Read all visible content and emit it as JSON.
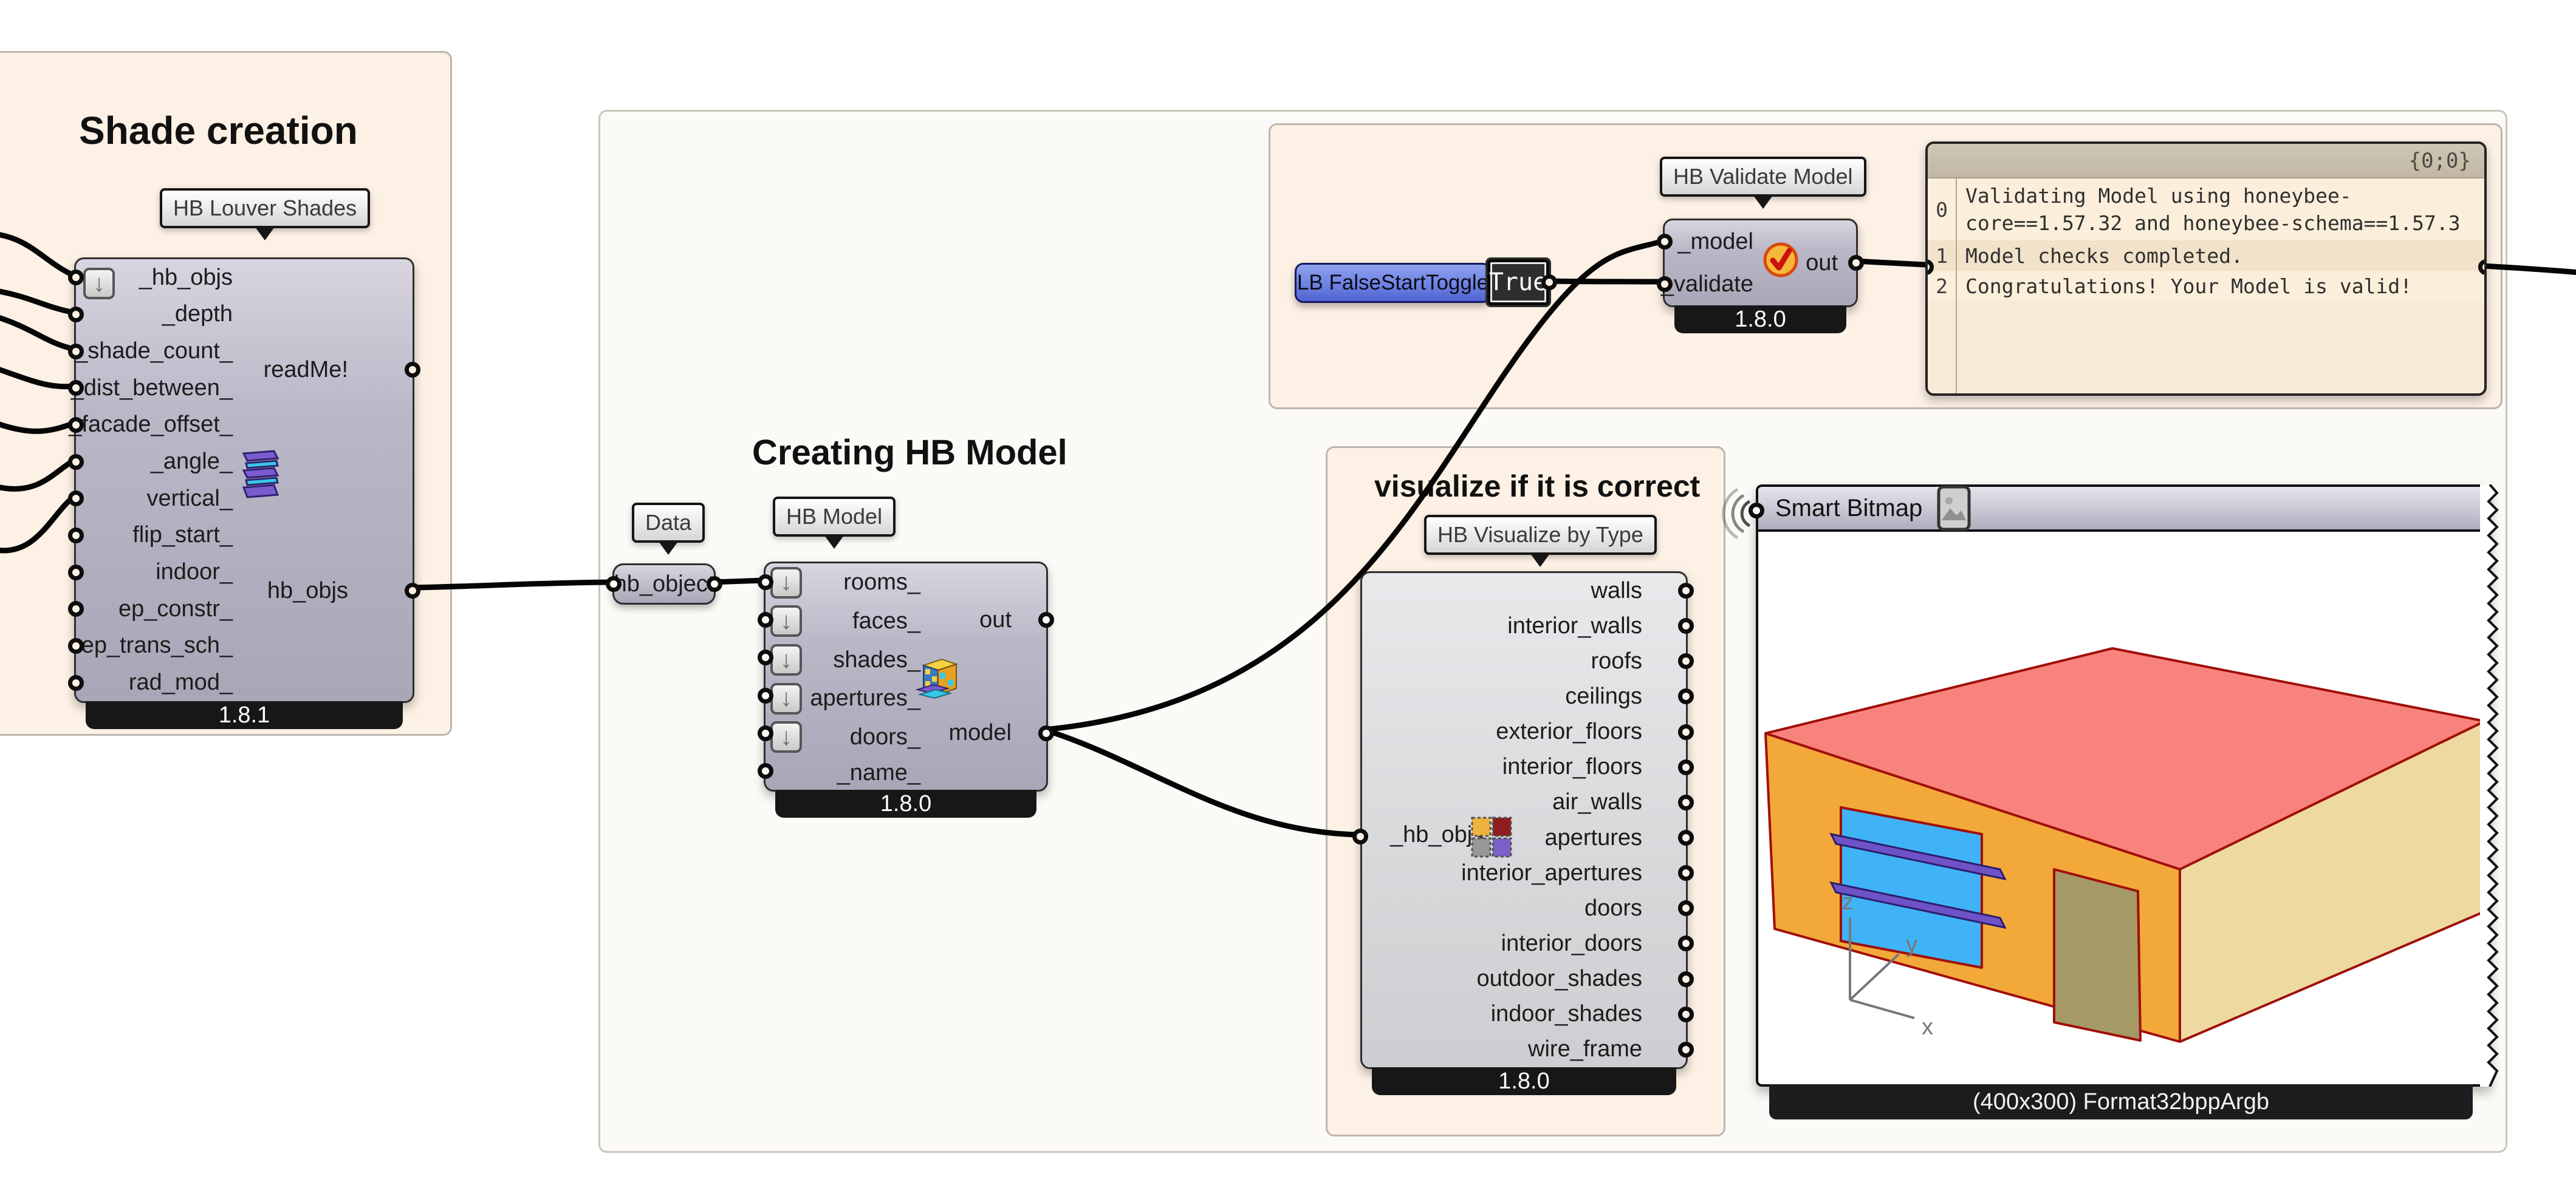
{
  "groups": {
    "shade_creation_title": "Shade creation",
    "creating_hb_model_title": "Creating HB Model",
    "visualize_title": "visualize if it is correct"
  },
  "icons": {
    "arrow_down": "↓"
  },
  "louver": {
    "tag": "HB Louver Shades",
    "inputs": [
      "_hb_objs",
      "_depth",
      "_shade_count_",
      "_dist_between_",
      "_facade_offset_",
      "_angle_",
      "vertical_",
      "flip_start_",
      "indoor_",
      "ep_constr_",
      "ep_trans_sch_",
      "rad_mod_"
    ],
    "outputs": [
      "readMe!",
      "hb_objs"
    ],
    "version": "1.8.1"
  },
  "data_param": {
    "tag": "Data",
    "name": "hb_object"
  },
  "hb_model": {
    "tag": "HB Model",
    "inputs": [
      "rooms_",
      "faces_",
      "shades_",
      "apertures_",
      "doors_",
      "_name_"
    ],
    "outputs": [
      "out",
      "model"
    ],
    "version": "1.8.0"
  },
  "toggle": {
    "label": "LB FalseStartToggle",
    "value": "True"
  },
  "validate_comp": {
    "tag": "HB Validate Model",
    "inputs": [
      "_model",
      "_validate"
    ],
    "outputs": [
      "out"
    ],
    "version": "1.8.0"
  },
  "panel": {
    "header": "{0;0}",
    "row0_num": "0",
    "row0_text": "Validating Model using honeybee-\ncore==1.57.32 and honeybee-schema==1.57.3",
    "row1_num": "1",
    "row1_text": "Model checks completed.",
    "row2_num": "2",
    "row2_text": "Congratulations! Your Model is valid!"
  },
  "visualize_comp": {
    "tag": "HB Visualize by Type",
    "input": "_hb_objs",
    "outputs": [
      "walls",
      "interior_walls",
      "roofs",
      "ceilings",
      "exterior_floors",
      "interior_floors",
      "air_walls",
      "apertures",
      "interior_apertures",
      "doors",
      "interior_doors",
      "outdoor_shades",
      "indoor_shades",
      "wire_frame"
    ],
    "version": "1.8.0"
  },
  "bitmap": {
    "title": "Smart Bitmap",
    "caption": "(400x300) Format32bppArgb",
    "axis": {
      "x": "x",
      "y": "y",
      "z": "z"
    }
  },
  "colors": {
    "group_peach": "#fdf0e4",
    "group_big": "#fcfaf6",
    "component_body": "#b3b0bf",
    "version_band": "#171717",
    "toggle_blue": "#6d82e2",
    "panel_body": "#f7ead6",
    "panel_header": "#c7bda9",
    "roof": "#f8837c",
    "front_wall": "#f3a83a",
    "side_wall": "#eedaa1",
    "window": "#3fb3f5",
    "louver_slat": "#6d53c6",
    "door": "#a59a66",
    "edge": "#a00f0a",
    "wire": "#050505"
  }
}
